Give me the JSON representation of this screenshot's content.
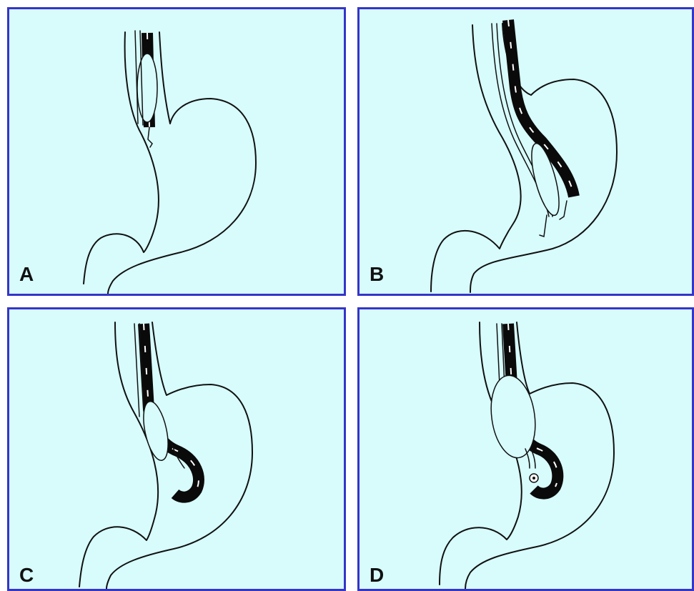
{
  "figure": {
    "background_color": "#d8fcfc",
    "border_color": "#3535c8",
    "panels": [
      {
        "id": "a",
        "label": "A"
      },
      {
        "id": "b",
        "label": "B"
      },
      {
        "id": "c",
        "label": "C"
      },
      {
        "id": "d",
        "label": "D"
      }
    ]
  }
}
